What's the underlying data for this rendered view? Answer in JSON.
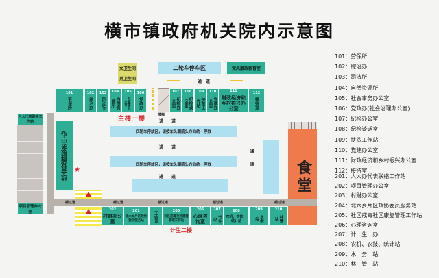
{
  "title": "横市镇政府机关院内示意图",
  "top": {
    "toilet_female": "女卫生间",
    "toilet_male": "男卫生间",
    "bike_parking": "二轮车停车区",
    "edu_room": "党风廉政教育室"
  },
  "floor1_label": "主楼一楼",
  "floor2_label": "计生二楼",
  "passage": "通道",
  "corridor2": "二楼过道",
  "stairs": "楼梯",
  "canteen": "食堂",
  "car_parking": "四轮车停放区，请按车头朝箭头方向统一停放",
  "left": {
    "top_room": "人大代表联络工作站",
    "center": "综合党群服务中心",
    "bottom_room": "项目管理办公室"
  },
  "floor1_rooms": [
    {
      "num": "101",
      "name": "劳保所"
    },
    {
      "num": "102",
      "name": "综治办"
    },
    {
      "num": "103",
      "name": "司法所"
    },
    {
      "num": "104",
      "name": "自然资源所"
    },
    {
      "num": "105",
      "name": "社会事务办公室"
    },
    {
      "num": "106",
      "name": "党政办"
    },
    {
      "num": "107",
      "name": "纪检办公室"
    },
    {
      "num": "108",
      "name": "纪检谈话室"
    },
    {
      "num": "109",
      "name": "扶贫工作站"
    },
    {
      "num": "110",
      "name": "党建办公室"
    },
    {
      "num": "111",
      "name": "财政经济和乡村振兴办公室"
    },
    {
      "num": "112",
      "name": "接待室"
    }
  ],
  "floor2_rooms": [
    {
      "num": "202",
      "name": "村财办公室"
    },
    {
      "num": "201",
      "name": "北六乡片区政协委员服务站"
    },
    {
      "num": "",
      "name": "工会室"
    },
    {
      "num": "205",
      "name": "社区戒毒社区康复管理工作站"
    },
    {
      "num": "206",
      "name": "心理咨询室"
    },
    {
      "num": "207",
      "name": "计生办"
    },
    {
      "num": "208",
      "name": "农机、农技、统计站"
    },
    {
      "num": "209",
      "name": "水务站"
    },
    {
      "num": "210",
      "name": "林管站"
    }
  ],
  "legend_floor1": [
    "101：劳保所",
    "102：综治办",
    "103：司法所",
    "104：自然资源所",
    "105：社会事务办公室",
    "106：党政办(社会治理办公室)",
    "107：纪检办公室",
    "108：纪检谈话室",
    "109：扶贫工作站",
    "110：党建办公室",
    "111：财政经济和乡村振兴办公室",
    "112：接待室"
  ],
  "legend_floor2": [
    "201：人大办代表联络工作站",
    "202：项目管理办公室",
    "203：村财办公室",
    "204：北六乡片区政协委员服务站",
    "205：社区戒毒社区康复管理工作站",
    "206：心理咨询室",
    "207：计　生　办",
    "208：农机、农技、统计站",
    "209：水　务　站",
    "210：林　管　站"
  ]
}
